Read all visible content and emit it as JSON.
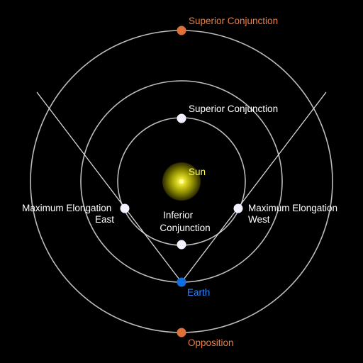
{
  "colors": {
    "background": "#000000",
    "orbit": "#bdbdbd",
    "sightline": "#d9d9d9",
    "inferior_planet": "#f2f2ff",
    "superior_planet": "#e0703a",
    "earth": "#0f6fe0",
    "sun": "#f2ef3a",
    "sun_glow": "#8c8a00",
    "text_default": "#ffffff",
    "text_sun": "#ffff66",
    "text_superior": "#f07c40",
    "text_earth": "#2f86ff"
  },
  "labels": {
    "sun": "Sun",
    "earth": "Earth",
    "outer_superior_conjunction": "Superior Conjunction",
    "inner_superior_conjunction": "Superior Conjunction",
    "max_elongation_east": [
      "Maximum Elongation",
      "East"
    ],
    "max_elongation_west": [
      "Maximum Elongation",
      "West"
    ],
    "inferior_conjunction": [
      "Inferior",
      "Conjunction"
    ],
    "opposition": "Opposition"
  }
}
